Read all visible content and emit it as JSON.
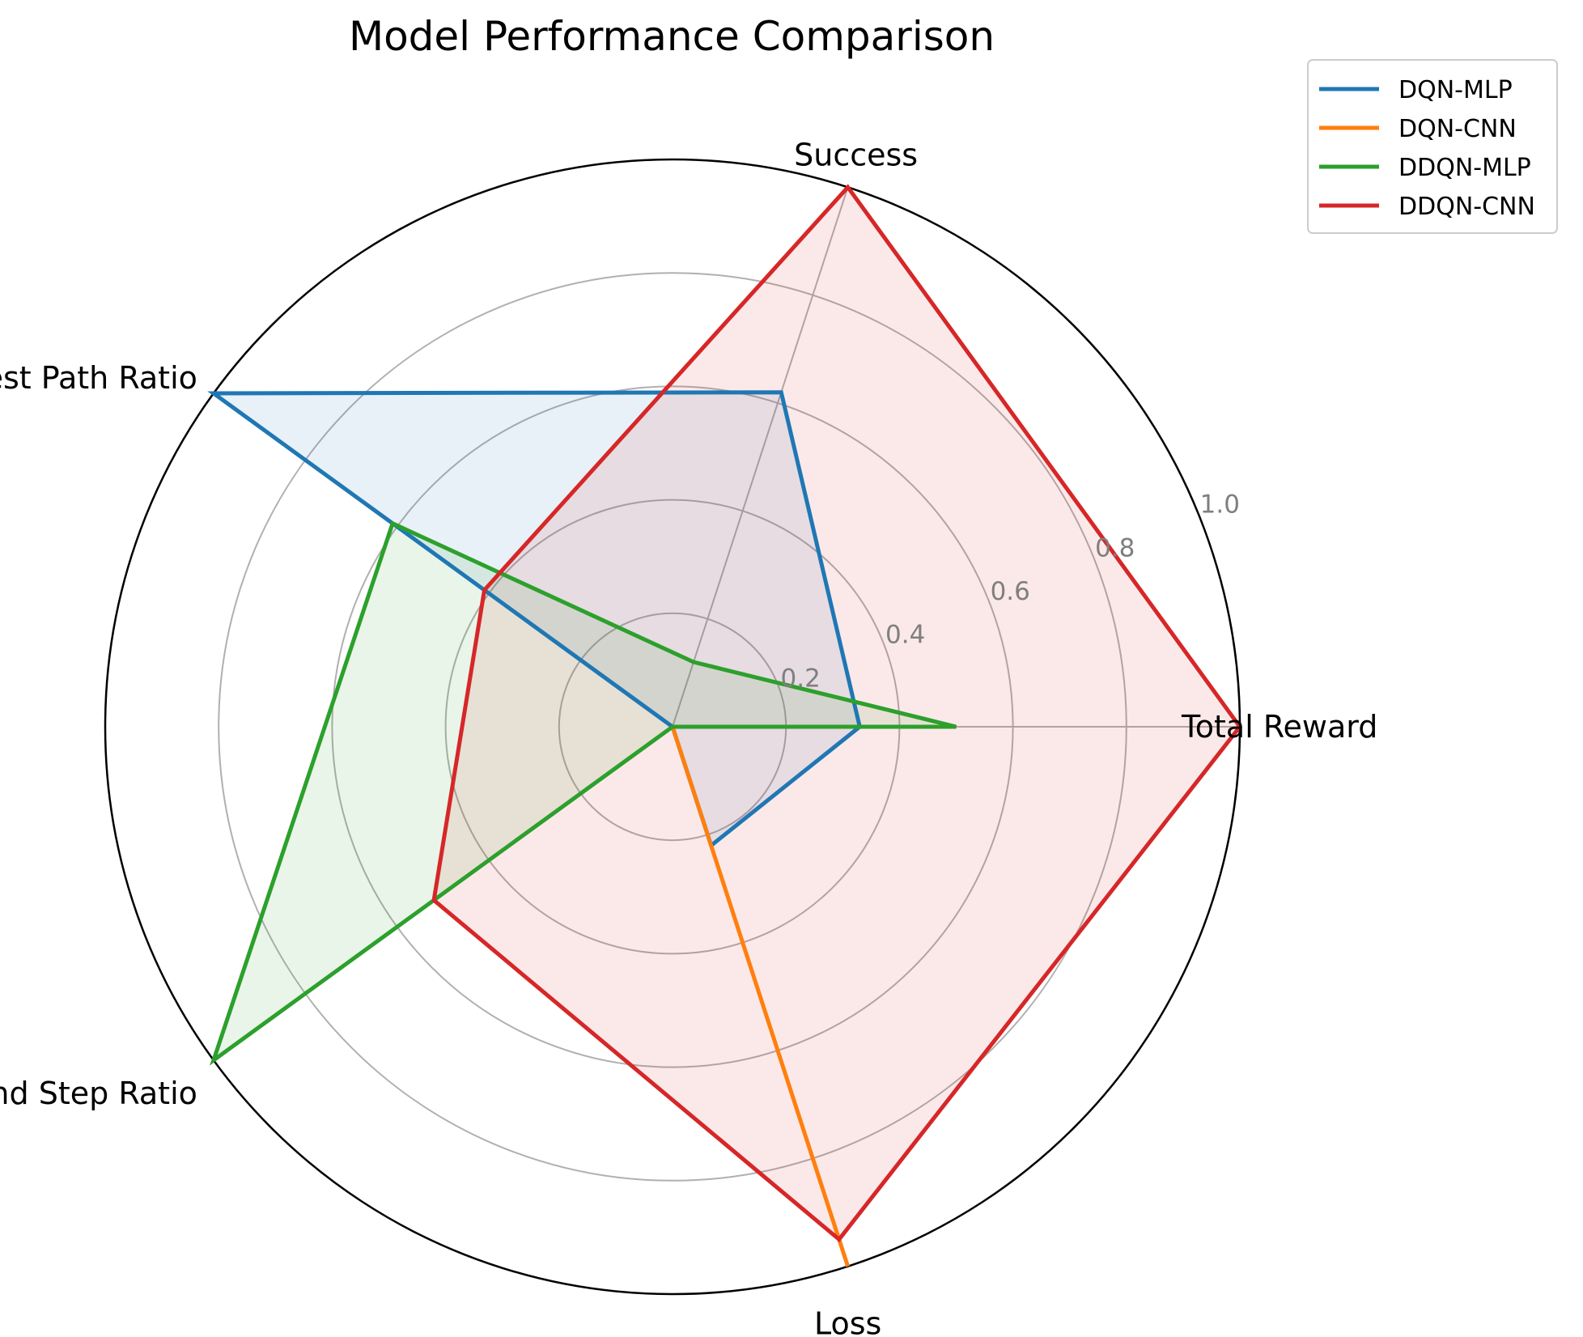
{
  "chart_data": {
    "type": "radar",
    "title": "Model Performance Comparison",
    "axes": [
      "Total Reward",
      "Success",
      "Shortest Path Ratio",
      "Blind Step Ratio",
      "Loss"
    ],
    "rlim": [
      0,
      1.0
    ],
    "rticks": [
      0.2,
      0.4,
      0.6,
      0.8,
      1.0
    ],
    "rtick_labels": [
      "0.2",
      "0.4",
      "0.6",
      "0.8",
      "1.0"
    ],
    "grid": true,
    "legend_position": "top-right, outside plot",
    "series": [
      {
        "name": "DQN-MLP",
        "color": "#1f77b4",
        "values": [
          0.33,
          0.62,
          1.0,
          0.0,
          0.22
        ]
      },
      {
        "name": "DQN-CNN",
        "color": "#ff7f0e",
        "values": [
          0.0,
          0.0,
          0.0,
          0.0,
          1.0
        ]
      },
      {
        "name": "DDQN-MLP",
        "color": "#2ca02c",
        "values": [
          0.5,
          0.12,
          0.61,
          1.0,
          0.0
        ]
      },
      {
        "name": "DDQN-CNN",
        "color": "#d62728",
        "values": [
          1.0,
          1.0,
          0.41,
          0.52,
          0.95
        ]
      }
    ]
  }
}
